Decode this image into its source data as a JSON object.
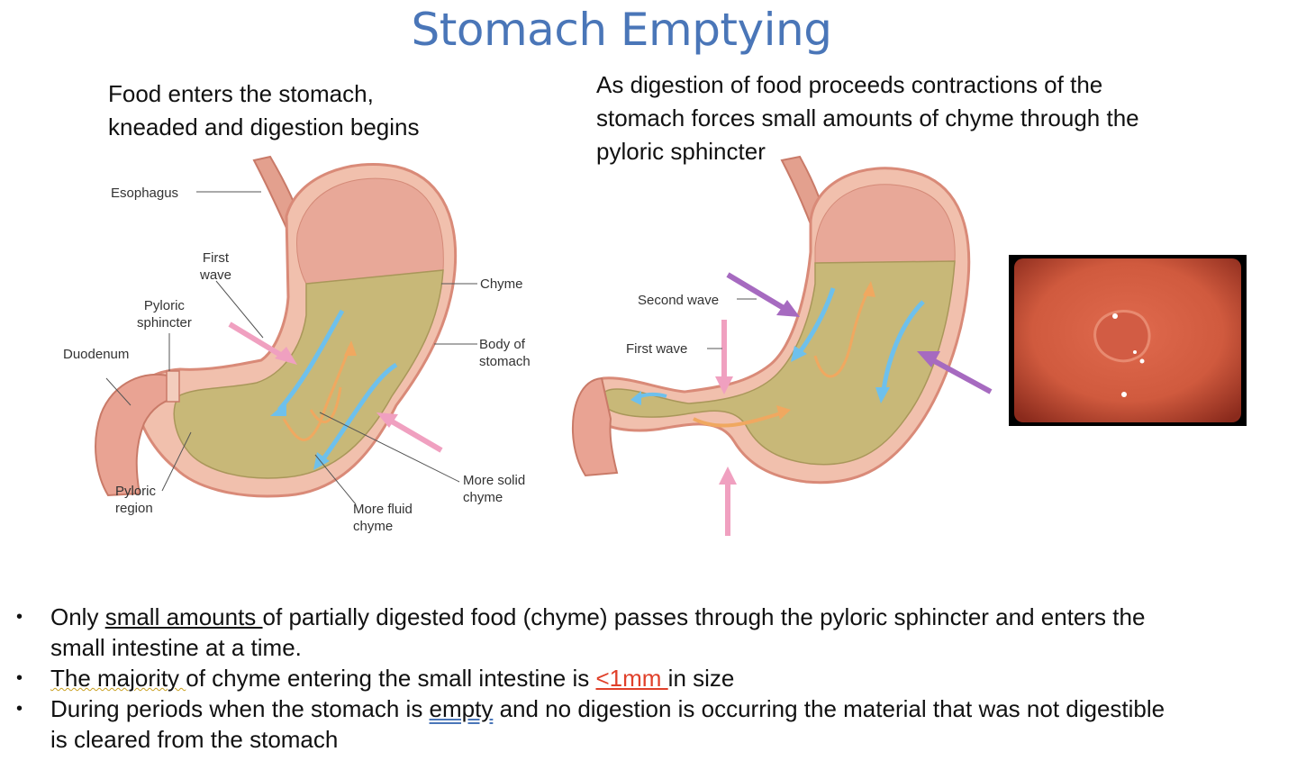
{
  "title": "Stomach Emptying",
  "left_panel": {
    "caption_line1": "Food enters the stomach,",
    "caption_line2": "kneaded and digestion begins",
    "labels": {
      "esophagus": "Esophagus",
      "first_wave_1": "First",
      "first_wave_2": "wave",
      "pyloric_sphincter_1": "Pyloric",
      "pyloric_sphincter_2": "sphincter",
      "duodenum": "Duodenum",
      "chyme": "Chyme",
      "body_of_stomach_1": "Body of",
      "body_of_stomach_2": "stomach",
      "more_solid_1": "More solid",
      "more_solid_2": "chyme",
      "more_fluid_1": "More fluid",
      "more_fluid_2": "chyme",
      "pyloric_region_1": "Pyloric",
      "pyloric_region_2": "region"
    }
  },
  "right_panel": {
    "caption_line1": "As digestion of food proceeds contractions of the",
    "caption_line2": "stomach forces small amounts of chyme through the",
    "caption_line3": "pyloric sphincter",
    "labels": {
      "second_wave": "Second wave",
      "first_wave": "First wave"
    }
  },
  "bullets": {
    "b1_pre": "Only ",
    "b1_u": "small amounts ",
    "b1_post": "of partially  digested food (chyme) passes through the pyloric sphincter and enters the",
    "b1_line2": "small intestine at a time.",
    "b2_u": "The majority ",
    "b2_mid": "of chyme entering the small intestine is ",
    "b2_red": "<1mm ",
    "b2_post": "in size",
    "b3_pre": "During periods when the stomach is ",
    "b3_u": "empty",
    "b3_post": " and no digestion is occurring the material that was not digestible",
    "b3_line2": "is cleared from the stomach"
  },
  "colors": {
    "title": "#4a76b8",
    "stomach_wall": "#e8a890",
    "chyme": "#c9b878",
    "red_text": "#e0402a"
  }
}
